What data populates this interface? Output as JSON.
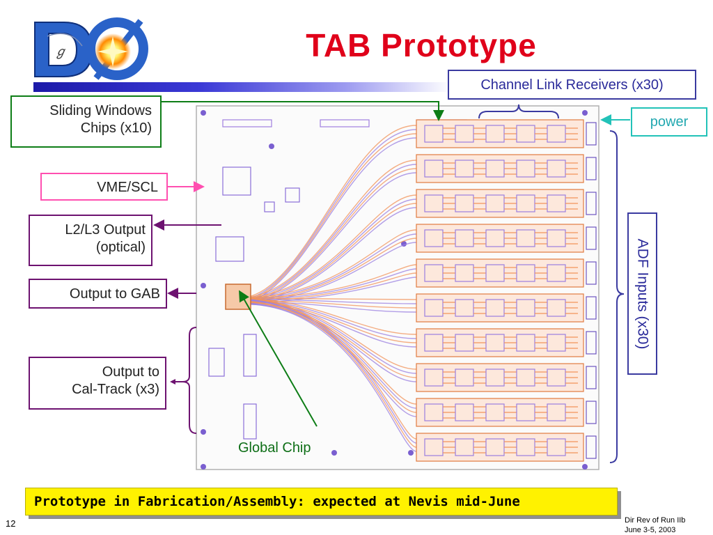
{
  "slide": {
    "title": "TAB Prototype",
    "page_number": "12",
    "footer_line1": "Dir Rev of Run IIb",
    "footer_line2": "June 3-5, 2003",
    "banner": "Prototype in Fabrication/Assembly: expected at Nevis mid-June"
  },
  "logo": {
    "text": "DØ"
  },
  "labels": {
    "sliding_line1": "Sliding Windows",
    "sliding_line2": "Chips (x10)",
    "vme": "VME/SCL",
    "l2l3_line1": "L2/L3 Output",
    "l2l3_line2": "(optical)",
    "gab": "Output to GAB",
    "caltrack_line1": "Output to",
    "caltrack_line2": "Cal-Track (x3)",
    "channel": "Channel Link Receivers (x30)",
    "power": "power",
    "adf": "ADF Inputs (x30)",
    "global": "Global Chip"
  },
  "colors": {
    "title": "#e0001a",
    "sliding_border": "#0d7d16",
    "vme_border": "#ff4fb0",
    "output_border": "#6d1270",
    "channel_border": "#3a3aa0",
    "power_border": "#22c2b8",
    "banner_bg": "#fff200",
    "trace_orange": "#f2935a",
    "trace_purple": "#9a7fe0"
  }
}
